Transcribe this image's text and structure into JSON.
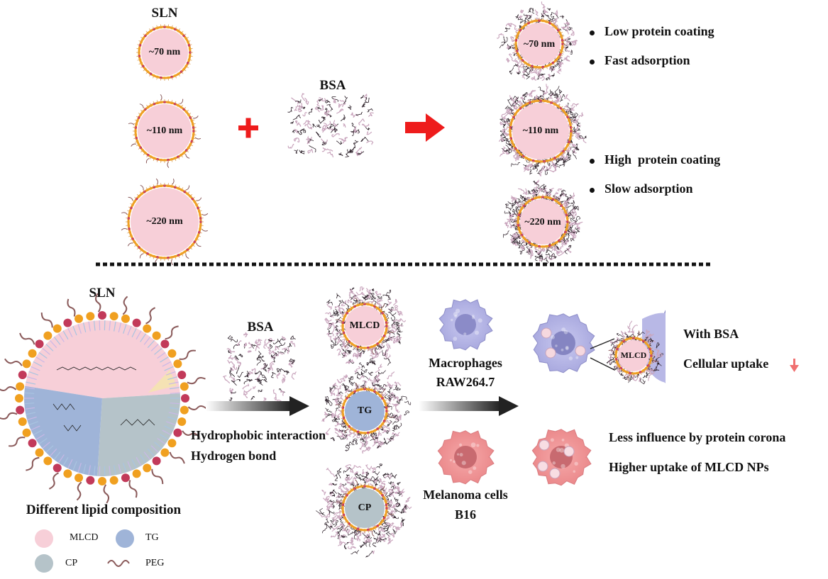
{
  "top": {
    "sln_title": "SLN",
    "bsa_label": "BSA",
    "sizes": [
      "~70 nm",
      "~110 nm",
      "~220 nm"
    ],
    "bullets_small": [
      "Low protein coating",
      "Fast adsorption"
    ],
    "bullets_large": [
      "High  protein coating",
      "Slow adsorption"
    ],
    "plus_sign": "+"
  },
  "bottom": {
    "sln_title": "SLN",
    "composition_caption": "Different lipid composition",
    "bsa_label": "BSA",
    "interactions": [
      "Hydrophobic interaction",
      "Hydrogen bond"
    ],
    "particles": [
      "MLCD",
      "TG",
      "CP"
    ],
    "macrophages": [
      "Macrophages",
      "RAW264.7"
    ],
    "melanoma": [
      "Melanoma cells",
      "B16"
    ],
    "inset_label": "MLCD",
    "result_with_bsa": "With BSA",
    "result_uptake": "Cellular uptake",
    "result_less": "Less influence by protein corona",
    "result_higher": "Higher uptake of MLCD NPs"
  },
  "legend": {
    "items": [
      {
        "label": "MLCD",
        "color": "#f7cfd8",
        "icon": "circle"
      },
      {
        "label": "TG",
        "color": "#9fb4d8",
        "icon": "circle"
      },
      {
        "label": "CP",
        "color": "#b5c3c9",
        "icon": "circle"
      },
      {
        "label": "PEG",
        "color": "#8a5a5a",
        "icon": "wave"
      }
    ]
  },
  "colors": {
    "mlcd": "#f7cfd8",
    "tg": "#9fb4d8",
    "cp": "#b5c3c9",
    "membrane_orange": "#f0a020",
    "membrane_red": "#c8345a",
    "peg": "#8a5a5a",
    "arrow_red": "#ee1c1c",
    "macrophage": "#b9b9e6",
    "melanoma": "#f08f92",
    "protein": "#3a2a33"
  }
}
